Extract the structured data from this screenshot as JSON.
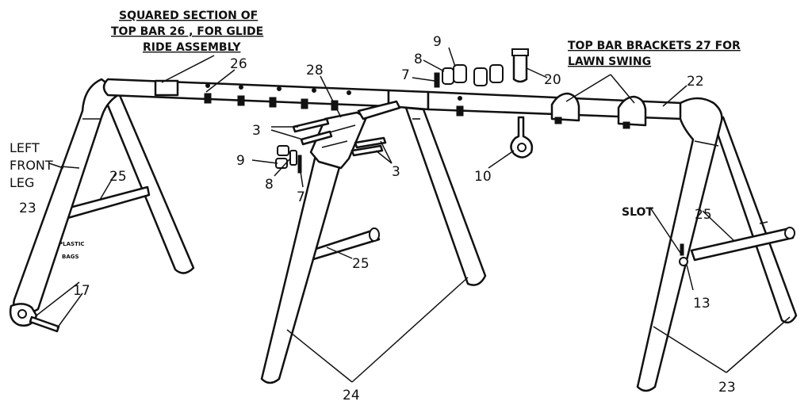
{
  "notes": {
    "squared_section": [
      "SQUARED SECTION  OF",
      "TOP BAR  26  , FOR GLIDE",
      "RIDE ASSEMBLY"
    ],
    "top_bar_brackets": [
      "TOP BAR BRACKETS  27  FOR",
      "LAWN SWING"
    ],
    "left_front_leg": [
      "LEFT",
      "FRONT",
      "LEG"
    ],
    "plastic_bags": [
      "PLASTIC",
      "BAGS"
    ],
    "slot": "SLOT"
  },
  "callouts": {
    "c26": "26",
    "c28": "28",
    "c9a": "9",
    "c8a": "8",
    "c7a": "7",
    "c20": "20",
    "c22": "22",
    "c3a": "3",
    "c3b": "3",
    "c9b": "9",
    "c8b": "8",
    "c7b": "7",
    "c10": "10",
    "c25a": "25",
    "c23a": "23",
    "c25b": "25",
    "c17": "17",
    "c25c": "25",
    "c13": "13",
    "c24": "24",
    "c23b": "23"
  },
  "colors": {
    "line": "#111111",
    "background": "#ffffff"
  }
}
